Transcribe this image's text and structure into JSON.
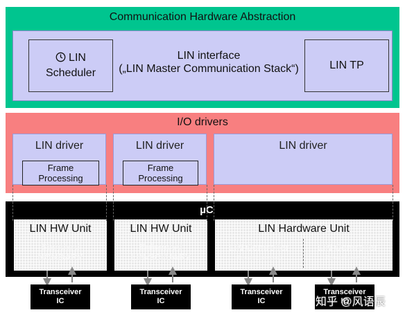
{
  "cha": {
    "title": "Communication Hardware Abstraction",
    "scheduler": {
      "icon": "clock-icon",
      "line1": "LIN",
      "line2": "Scheduler"
    },
    "interface": {
      "line1": "LIN interface",
      "line2": "(„LIN Master Communication Stack“)"
    },
    "tp": "LIN TP"
  },
  "io": {
    "title": "I/O drivers",
    "drivers": [
      {
        "label": "LIN driver",
        "fp1": "Frame",
        "fp2": "Processing"
      },
      {
        "label": "LIN driver",
        "fp1": "Frame",
        "fp2": "Processing"
      },
      {
        "label": "LIN driver"
      }
    ]
  },
  "uc": {
    "label": "µC",
    "units": [
      {
        "label": "LIN HW Unit",
        "ghost1": "Standard",
        "ghost2": "NONBARY"
      },
      {
        "label": "LIN HW Unit",
        "ghost1": "Enhanced",
        "ghost2": "LIN-SCI/UARY"
      },
      {
        "label": "LIN Hardware Unit",
        "sub": [
          {
            "title": "LIN Controller",
            "small": "(Frame Processor)"
          },
          {
            "title": "LIN Controller",
            "small": "(Frame Processor)"
          }
        ]
      }
    ]
  },
  "transceivers": [
    {
      "line1": "Transceiver",
      "line2": "IC"
    },
    {
      "line1": "Transceiver",
      "line2": "IC"
    },
    {
      "line1": "Transceiver",
      "line2": "IC"
    },
    {
      "line1": "Transceiver",
      "line2": "IC"
    }
  ],
  "watermark": "知乎 @风语辰",
  "colors": {
    "cha_bg": "#00c58f",
    "io_bg": "#f87f80",
    "box_bg": "#ccccf6",
    "uc_bg": "#000000"
  }
}
